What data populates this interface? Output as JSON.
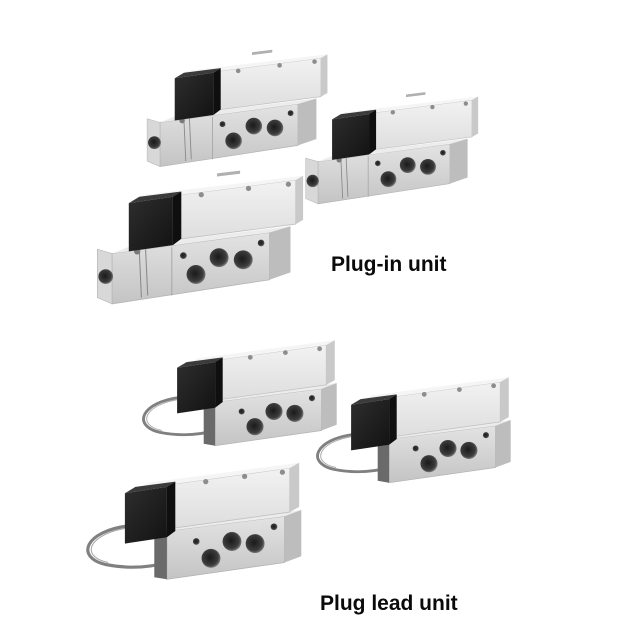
{
  "figure": {
    "groups": [
      {
        "caption": "Plug-in unit",
        "units": 3
      },
      {
        "caption": "Plug lead unit",
        "units": 3
      }
    ]
  },
  "colors": {
    "body_light": "#e6e6e6",
    "body_mid": "#cfcfcf",
    "body_dark": "#a9a9a9",
    "coil_black": "#1c1c1c",
    "port_dark": "#3a3a3a",
    "cable": "#7a7a7a"
  }
}
